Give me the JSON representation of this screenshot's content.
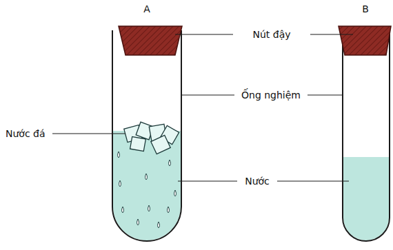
{
  "diagram": {
    "labels": [
      "A",
      "B",
      "Nút đậy",
      "Ống nghiệm",
      "Nước đá",
      "Nước"
    ]
  }
}
